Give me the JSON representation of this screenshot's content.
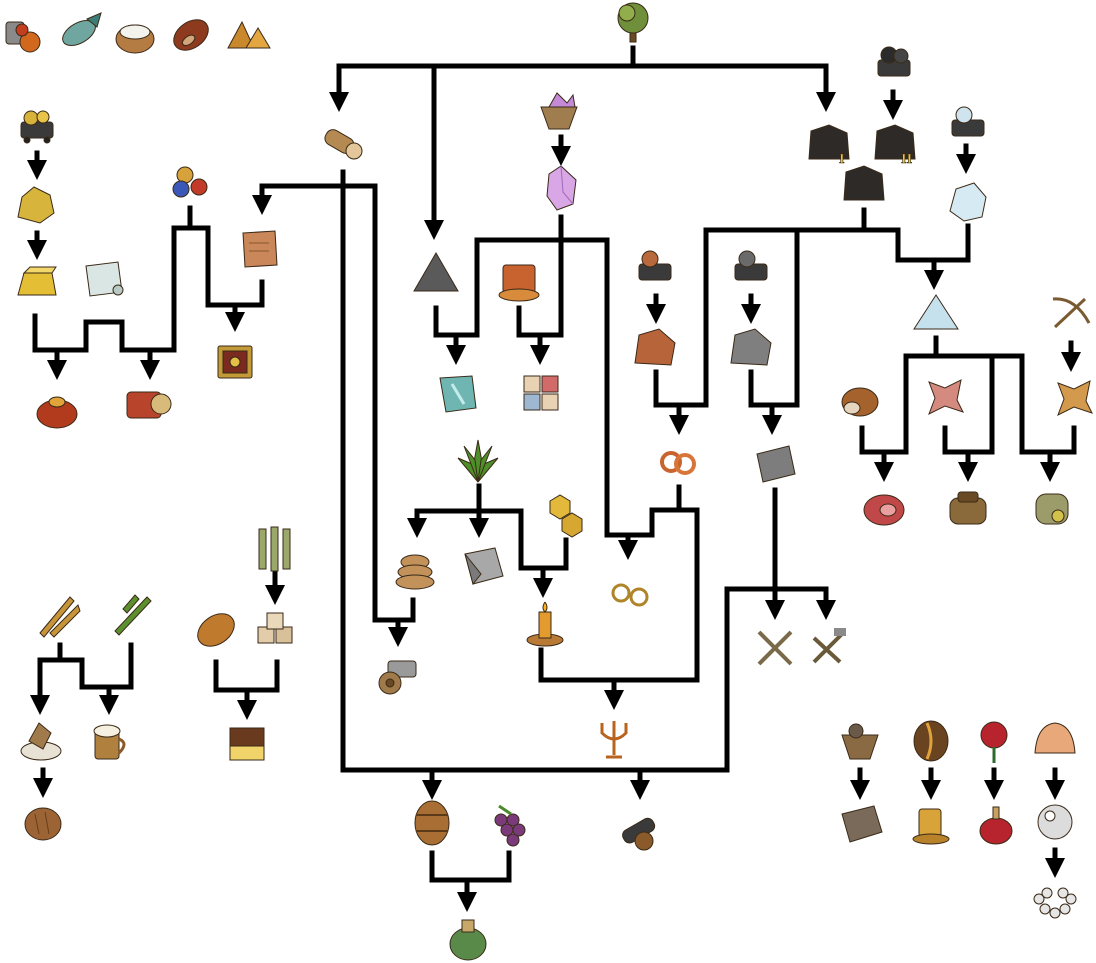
{
  "diagram": {
    "kind": "resource production chain",
    "title": "",
    "ore_tiers": {
      "tier_one": "I",
      "tier_two": "II"
    },
    "colors": {
      "connector": "#000000",
      "background": "#ffffff"
    },
    "standalone_goods": [
      "fruit-icon",
      "fish-icon",
      "milk-icon",
      "meat-cut-icon",
      "spices-icon"
    ],
    "chains": [
      {
        "name": "gold",
        "steps": [
          "gold-ore-cart-icon",
          "gold-nugget-icon",
          "gold-bar-icon"
        ]
      },
      {
        "name": "wood",
        "steps": [
          "tree-icon",
          "log-icon"
        ]
      },
      {
        "name": "crystal",
        "steps": [
          "crystal-ore-cart-icon",
          "crystal-icon"
        ]
      },
      {
        "name": "coal",
        "steps": [
          "coal-cart-icon",
          "coal-lump-icon"
        ]
      },
      {
        "name": "salt",
        "steps": [
          "salt-cart-icon",
          "salt-crystal-icon",
          "salt-pile-icon"
        ]
      },
      {
        "name": "copper",
        "steps": [
          "copper-cart-icon",
          "copper-ore-icon",
          "copper-coil-icon"
        ]
      },
      {
        "name": "iron",
        "steps": [
          "iron-cart-icon",
          "iron-ore-icon",
          "iron-ingot-icon"
        ]
      },
      {
        "name": "hemp",
        "steps": [
          "hemp-leaf-icon",
          "rope-icon",
          "canvas-icon"
        ]
      },
      {
        "name": "grain",
        "steps": [
          "wheat-icon",
          "hops-icon",
          "flour-icon",
          "beer-icon",
          "bread-icon"
        ]
      },
      {
        "name": "sugar",
        "steps": [
          "sugarcane-icon",
          "cocoa-icon",
          "sugar-cubes-icon",
          "chocolate-icon"
        ]
      },
      {
        "name": "wine",
        "steps": [
          "barrel-icon",
          "grapes-icon",
          "wine-jug-icon"
        ]
      },
      {
        "name": "luxury",
        "steps": [
          "ore-basket-icon",
          "coffee-icon",
          "rose-icon",
          "shell-icon",
          "pearl-icon",
          "pearl-necklace-icon"
        ]
      }
    ]
  }
}
